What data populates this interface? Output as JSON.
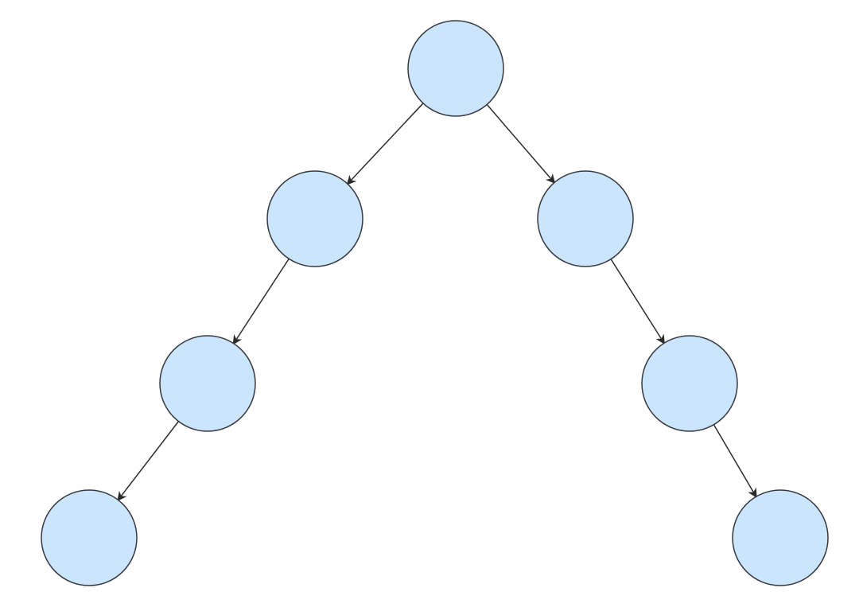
{
  "diagram": {
    "type": "binary-tree",
    "colors": {
      "node_fill": "#cce5ff",
      "node_stroke": "#36393d",
      "edge": "#2b2b2b",
      "background": "#ffffff"
    },
    "nodes": [
      {
        "id": "root",
        "label": ""
      },
      {
        "id": "left-1",
        "label": ""
      },
      {
        "id": "right-1",
        "label": ""
      },
      {
        "id": "left-2",
        "label": ""
      },
      {
        "id": "right-2",
        "label": ""
      },
      {
        "id": "left-3",
        "label": ""
      },
      {
        "id": "right-3",
        "label": ""
      }
    ],
    "edges": [
      {
        "from": "root",
        "to": "left-1",
        "directed": true
      },
      {
        "from": "root",
        "to": "right-1",
        "directed": true
      },
      {
        "from": "left-1",
        "to": "left-2",
        "directed": true
      },
      {
        "from": "left-2",
        "to": "left-3",
        "directed": true
      },
      {
        "from": "right-1",
        "to": "right-2",
        "directed": true
      },
      {
        "from": "right-2",
        "to": "right-3",
        "directed": true
      }
    ]
  }
}
